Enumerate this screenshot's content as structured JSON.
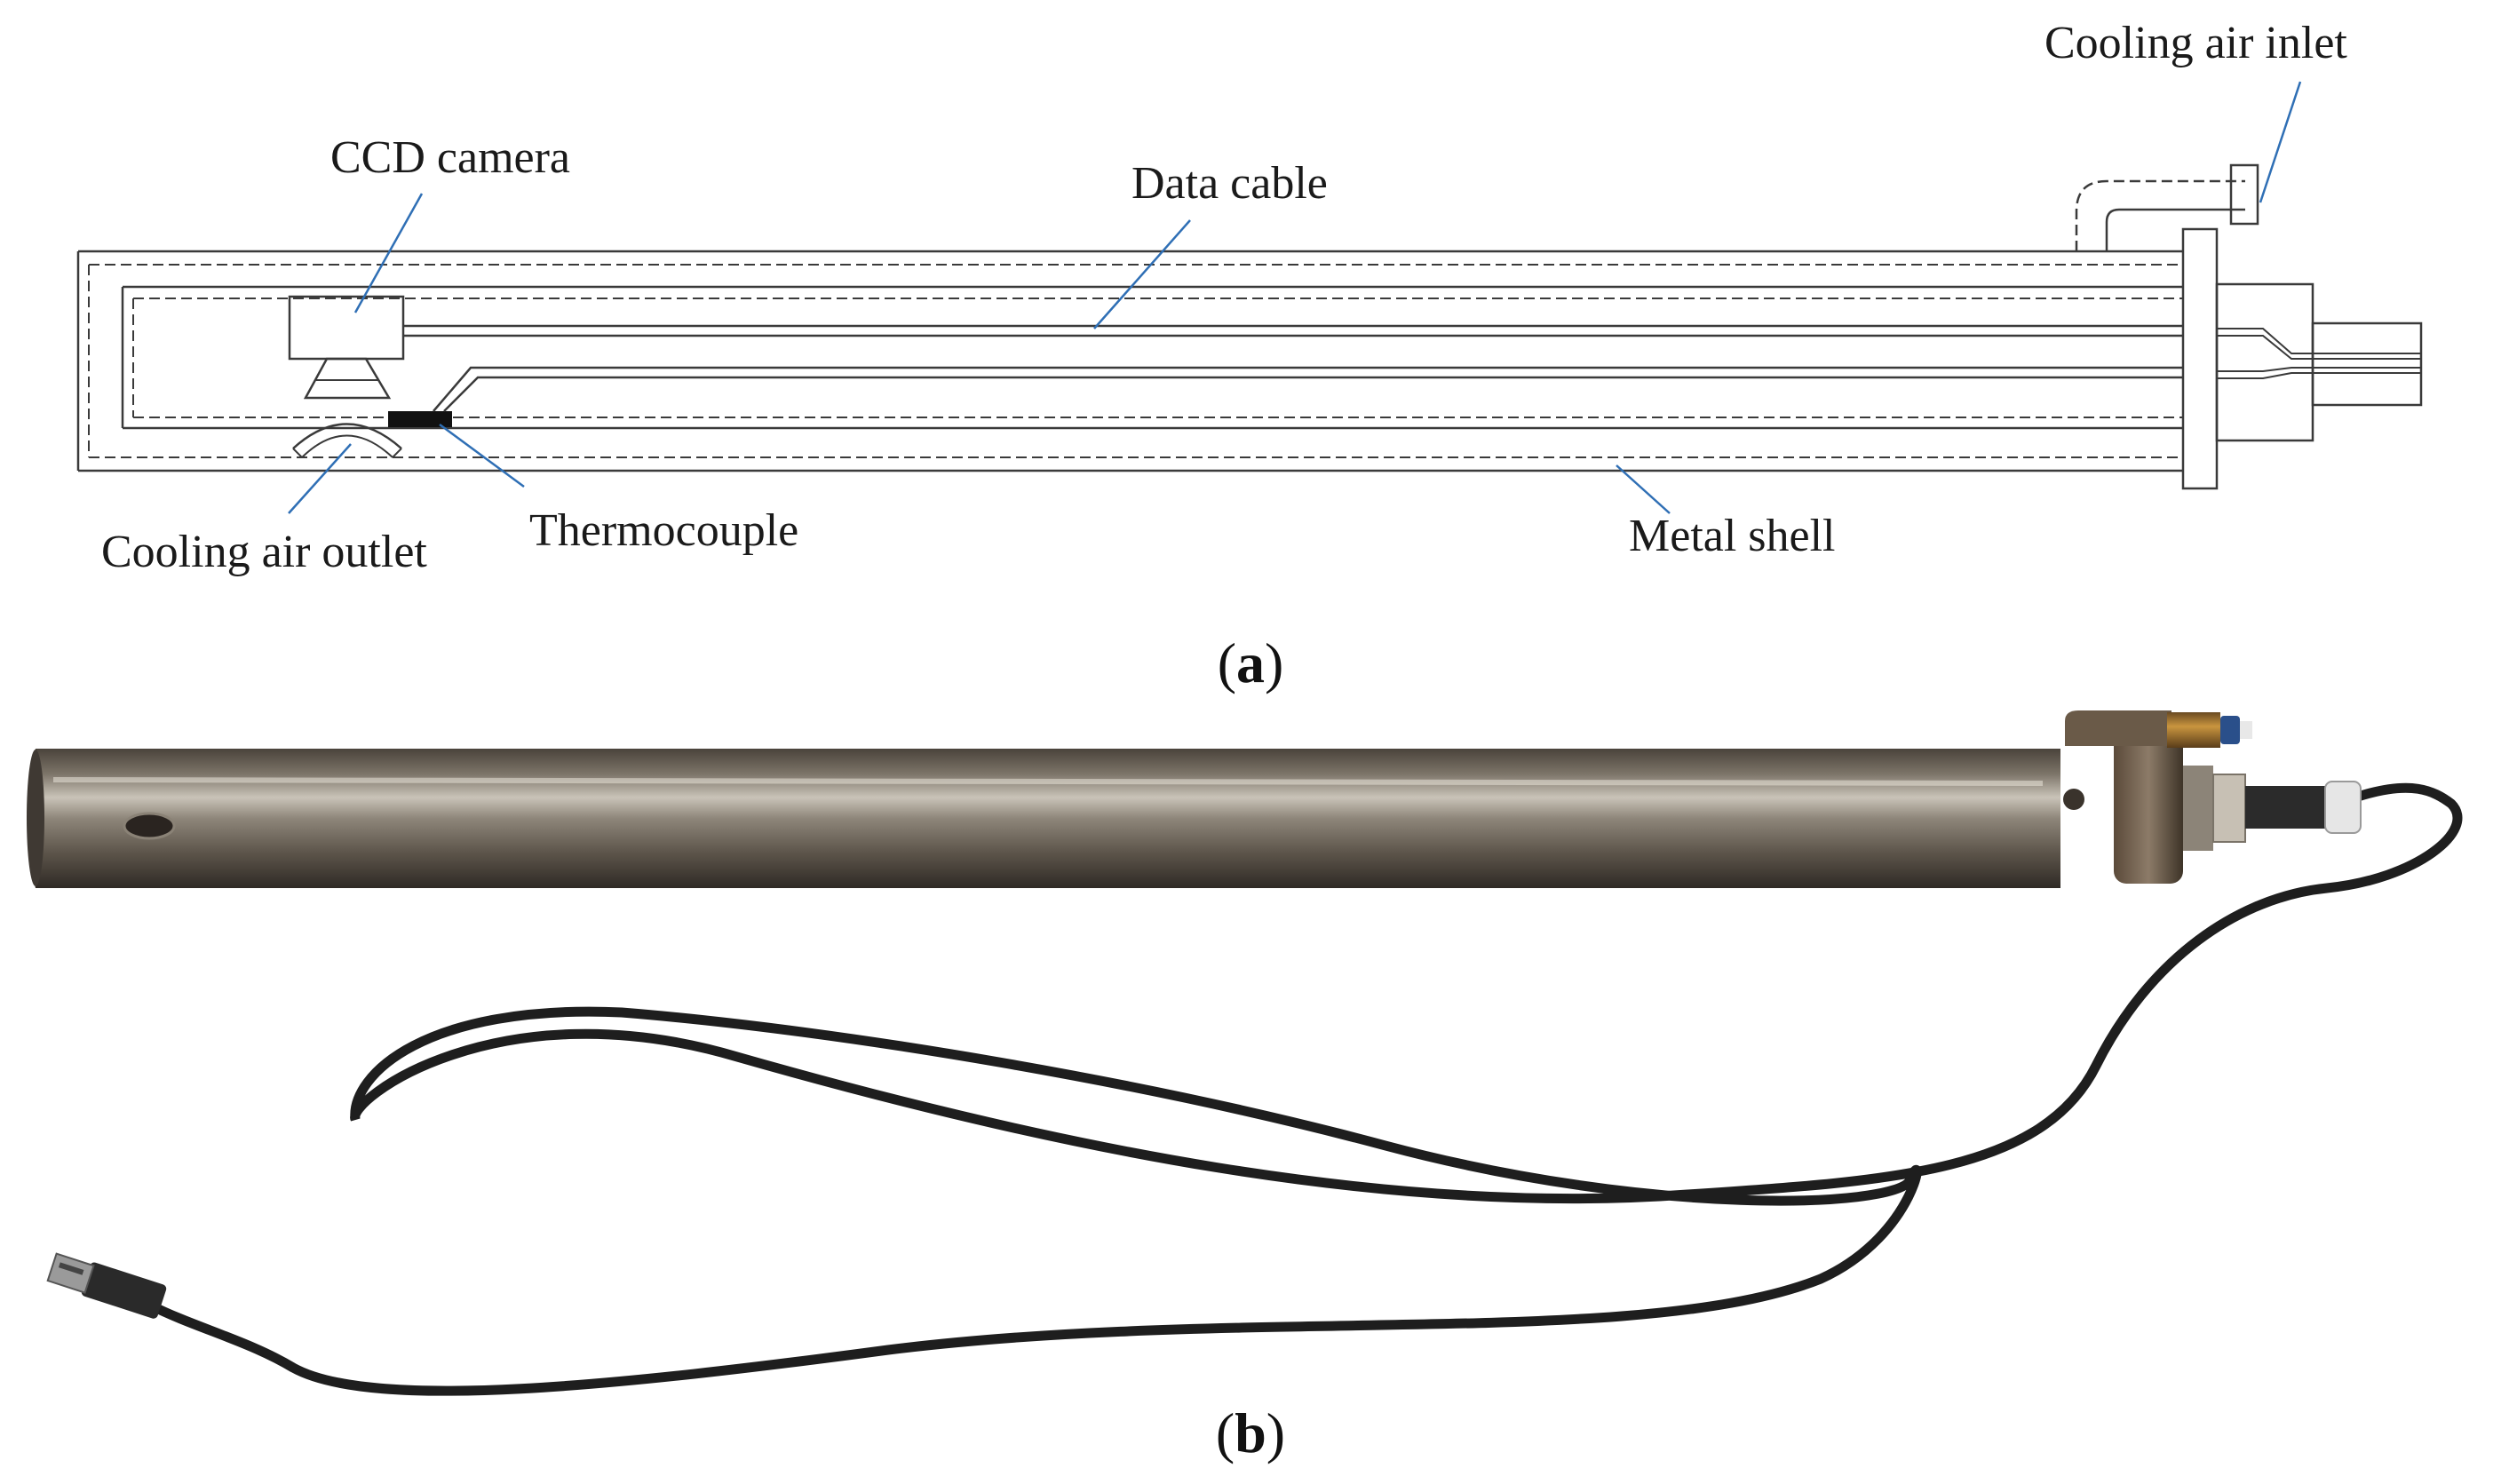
{
  "labels": {
    "cooling_air_inlet": "Cooling air inlet",
    "ccd_camera": "CCD camera",
    "data_cable": "Data cable",
    "cooling_air_outlet": "Cooling air outlet",
    "thermocouple": "Thermocouple",
    "metal_shell": "Metal shell"
  },
  "panels": {
    "a": {
      "open": "(",
      "letter": "a",
      "close": ")"
    },
    "b": {
      "open": "(",
      "letter": "b",
      "close": ")"
    }
  },
  "colors": {
    "leader_line": "#2f6fb5",
    "drawing_line": "#3a3a3a",
    "tube_metal": "#6e665c",
    "cable": "#1e1e1e"
  }
}
